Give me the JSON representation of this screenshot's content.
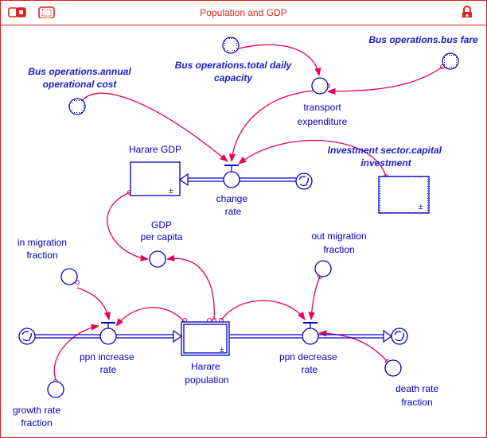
{
  "window": {
    "title": "Population and GDP"
  },
  "toolbar": {
    "icons": [
      "map-view-icon",
      "model-view-icon",
      "lock-icon"
    ]
  },
  "colors": {
    "frame": "#e02020",
    "diagram": "#0000c0",
    "connector": "#e8005a",
    "ghost_text": "#1a1acc"
  },
  "stocks": [
    {
      "id": "harare-gdp",
      "label": "Harare GDP"
    },
    {
      "id": "harare-population",
      "label": [
        "Harare",
        "population"
      ]
    },
    {
      "id": "investment-sector-capital-investment",
      "label": [
        "Investment sector.capital",
        "investment"
      ]
    }
  ],
  "flows": [
    {
      "id": "change-rate",
      "label": [
        "change",
        "rate"
      ]
    },
    {
      "id": "ppn-increase-rate",
      "label": [
        "ppn increase",
        "rate"
      ]
    },
    {
      "id": "ppn-decrease-rate",
      "label": [
        "ppn decrease",
        "rate"
      ]
    }
  ],
  "converters": [
    {
      "id": "transport-expenditure",
      "label": [
        "transport",
        "expenditure"
      ]
    },
    {
      "id": "gdp-per-capita",
      "label": [
        "GDP",
        "per capita"
      ]
    },
    {
      "id": "in-migration-fraction",
      "label": [
        "in migration",
        "fraction"
      ]
    },
    {
      "id": "growth-rate-fraction",
      "label": [
        "growth rate",
        "fraction"
      ]
    },
    {
      "id": "out-migration-fraction",
      "label": [
        "out migration",
        "fraction"
      ]
    },
    {
      "id": "death-rate-fraction",
      "label": [
        "death rate",
        "fraction"
      ]
    }
  ],
  "ghosts": [
    {
      "id": "bus-operations-annual-operational-cost",
      "label": [
        "Bus operations.annual",
        "operational cost"
      ]
    },
    {
      "id": "bus-operations-total-daily-capacity",
      "label": [
        "Bus operations.total daily",
        "capacity"
      ]
    },
    {
      "id": "bus-operations-bus-fare",
      "label": [
        "Bus operations.bus fare"
      ]
    }
  ]
}
